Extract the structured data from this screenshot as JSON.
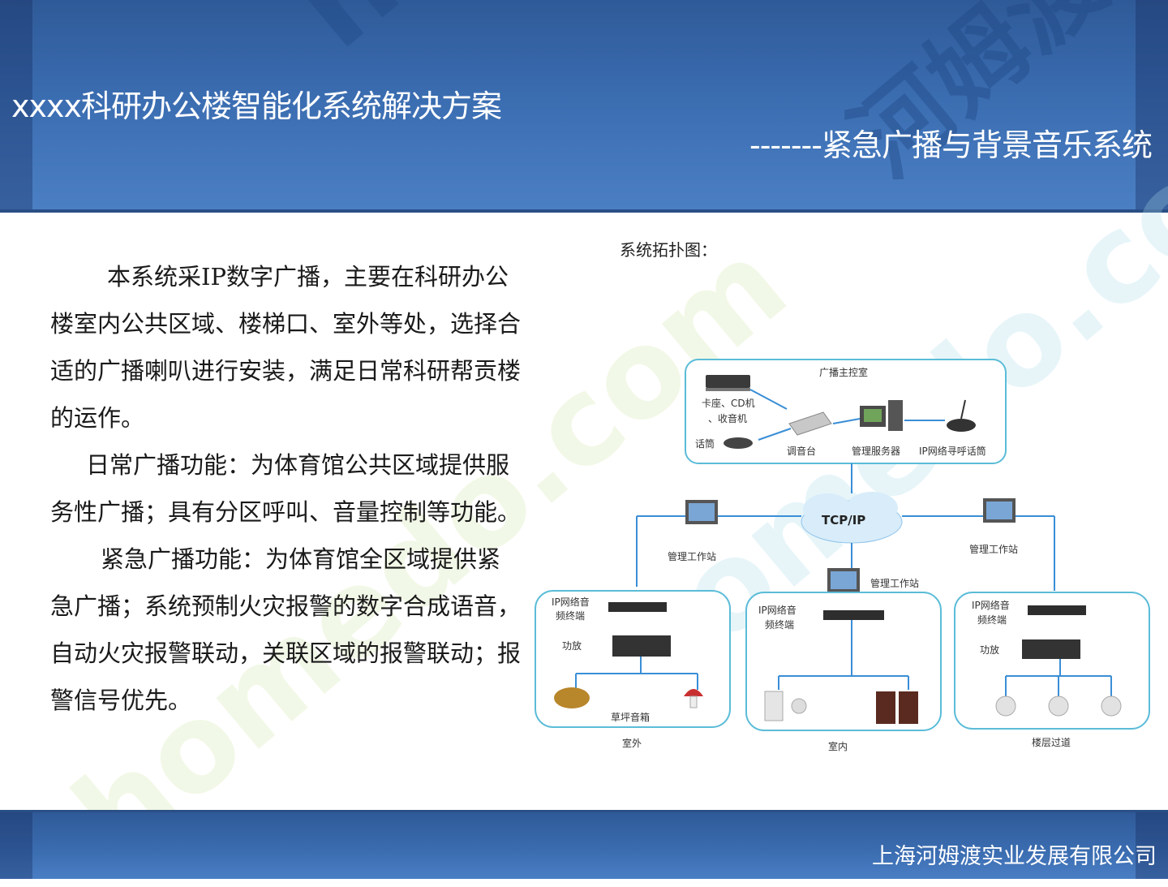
{
  "header": {
    "title": "xxxx科研办公楼智能化系统解决方案",
    "subtitle": "-------紧急广播与背景音乐系统"
  },
  "body": {
    "paragraphs": [
      "本系统采IP数字广播，主要在科研办公楼室内公共区域、楼梯口、室外等处，选择合适的广播喇叭进行安装，满足日常科研帮贡楼的运作。",
      "日常广播功能：为体育馆公共区域提供服务性广播；具有分区呼叫、音量控制等功能。",
      "紧急广播功能：为体育馆全区域提供紧急广播；系统预制火灾报警的数字合成语音，自动火灾报警联动，关联区域的报警联动；报警信号优先。"
    ]
  },
  "diagram": {
    "caption": "系统拓扑图：",
    "control_room": "广播主控室",
    "cassette_cd": "卡座、CD机",
    "radio": "、收音机",
    "mic": "话筒",
    "mixer": "调音台",
    "server": "管理服务器",
    "paging": "IP网络寻呼话筒",
    "network": "TCP/IP",
    "ws_left": "管理工作站",
    "ws_right": "管理工作站",
    "ws_center": "管理工作站",
    "terminal_1": "IP网络音",
    "terminal_2": "频终端",
    "amp": "功放",
    "lawn_speaker": "草坪音箱",
    "zone_outdoor": "室外",
    "zone_indoor": "室内",
    "zone_corridor": "楼层过道"
  },
  "footer": {
    "company": "上海河姆渡实业发展有限公司"
  },
  "watermark": {
    "brand_latin": "homedo.com",
    "brand_cn": "河姆渡"
  },
  "colors": {
    "header_blue": "#3a6cb0",
    "zone_border": "#5bbcd8",
    "link_blue": "#3a8ed6"
  }
}
